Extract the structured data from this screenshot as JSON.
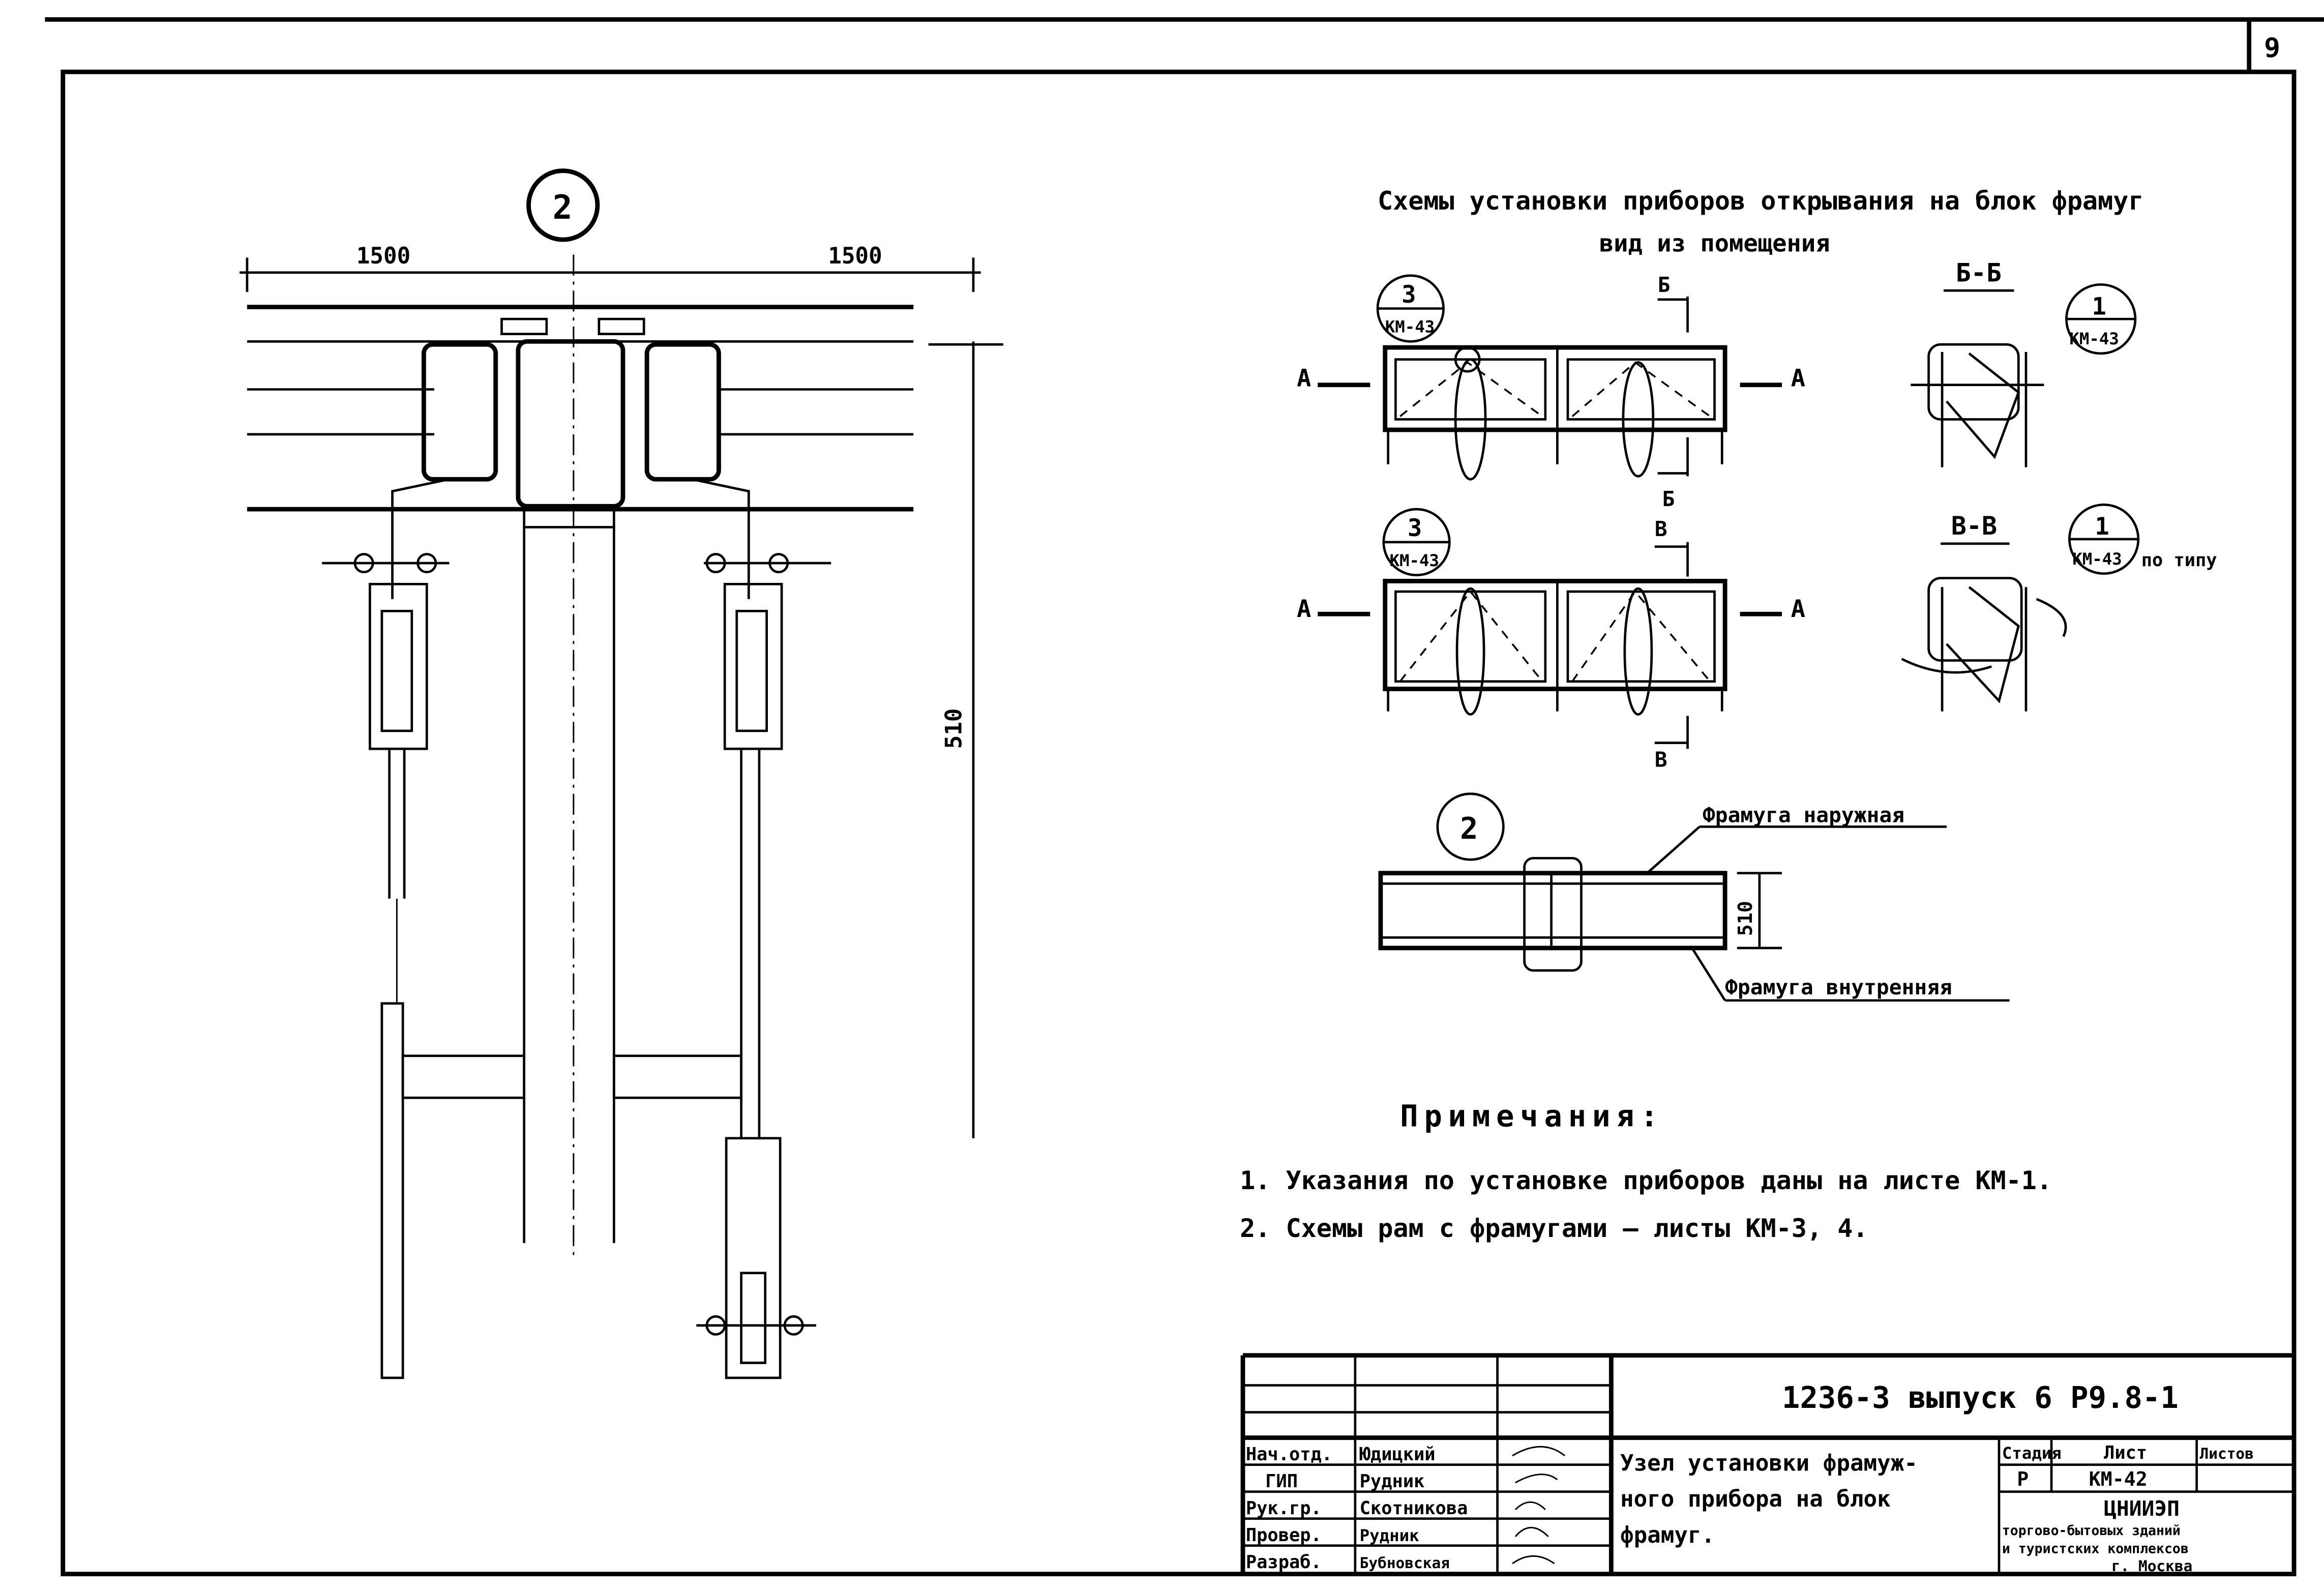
{
  "sheet_number": "9",
  "detail_marker": "2",
  "dimensions": {
    "left": "1500",
    "right": "1500",
    "height": "510",
    "plan_height": "510"
  },
  "schemes": {
    "title": "Схемы установки приборов открывания на блок фрамуг",
    "subtitle": "вид из помещения",
    "section_a": "А",
    "section_b": "Б",
    "section_v": "В",
    "section_bb": "Б-Б",
    "section_vv": "В-В",
    "callout_3": "3",
    "callout_1": "1",
    "callout_sheet": "КМ-43",
    "po_tipu": "по типу",
    "plan_marker": "2",
    "outer_transom": "Фрамуга наружная",
    "inner_transom": "Фрамуга внутренняя"
  },
  "notes": {
    "heading": "Примечания:",
    "items": [
      "1. Указания по установке приборов даны на листе КМ-1.",
      "2. Схемы рам с фрамугами — листы КМ-3, 4."
    ]
  },
  "title_block": {
    "code": "1236-3   выпуск 6   Р9.8-1",
    "roles": [
      {
        "role": "Нач.отд.",
        "name": "Юдицкий"
      },
      {
        "role": "ГИП",
        "name": "Рудник"
      },
      {
        "role": "Рук.гр.",
        "name": "Скотникова"
      },
      {
        "role": "Провер.",
        "name": "Рудник"
      },
      {
        "role": "Разраб.",
        "name": "Бубновская"
      }
    ],
    "drawing_title": [
      "Узел установки фрамуж-",
      "ного прибора на блок",
      "фрамуг."
    ],
    "stage_label": "Стадия",
    "sheet_label": "Лист",
    "sheets_label": "Листов",
    "stage": "Р",
    "sheet": "КМ-42",
    "org": [
      "ЦНИИЭП",
      "торгово-бытовых зданий",
      "и туристских комплексов",
      "г. Москва"
    ]
  }
}
